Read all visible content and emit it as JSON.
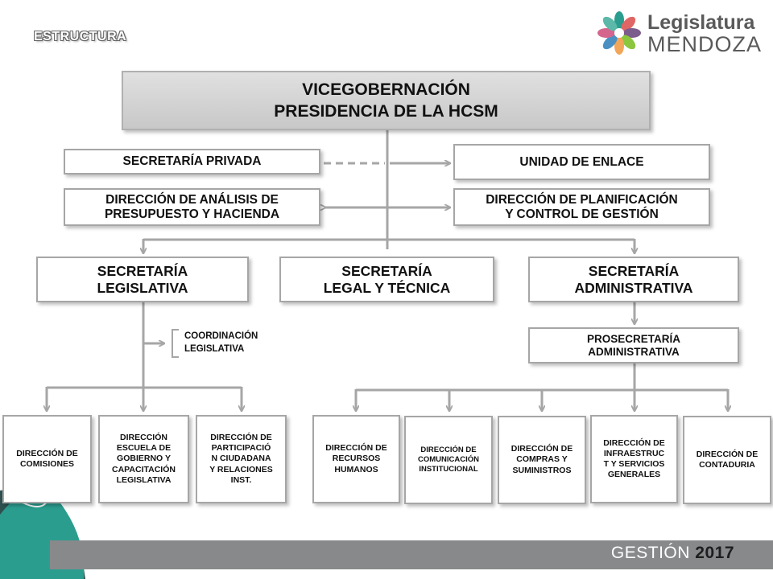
{
  "header": {
    "title": "ESTRUCTURA"
  },
  "logo": {
    "line1": "Legislatura",
    "line2": "MENDOZA"
  },
  "chart": {
    "top": {
      "line1": "VICEGOBERNACIÓN",
      "line2": "PRESIDENCIA DE LA HCSM"
    },
    "secretaria_privada": "SECRETARÍA PRIVADA",
    "unidad_enlace": "UNIDAD DE ENLACE",
    "analisis": {
      "line1": "DIRECCIÓN DE ANÁLISIS DE",
      "line2": "PRESUPUESTO Y HACIENDA"
    },
    "planificacion": {
      "line1": "DIRECCIÓN DE PLANIFICACIÓN",
      "line2": "Y CONTROL DE GESTIÓN"
    },
    "sec_legislativa": {
      "line1": "SECRETARÍA",
      "line2": "LEGISLATIVA"
    },
    "sec_legal": {
      "line1": "SECRETARÍA",
      "line2": "LEGAL Y TÉCNICA"
    },
    "sec_admin": {
      "line1": "SECRETARÍA",
      "line2": "ADMINISTRATIVA"
    },
    "coordinacion": {
      "line1": "COORDINACIÓN",
      "line2": "LEGISLATIVA"
    },
    "prosecretaria": {
      "line1": "PROSECRETARÍA",
      "line2": "ADMINISTRATIVA"
    },
    "dir_comisiones": {
      "line1": "DIRECCIÓN DE",
      "line2": "COMISIONES"
    },
    "dir_escuela": {
      "line1": "DIRECCIÓN",
      "line2": "ESCUELA DE",
      "line3": "GOBIERNO Y",
      "line4": "CAPACITACIÓN",
      "line5": "LEGISLATIVA"
    },
    "dir_participacion": {
      "line1": "DIRECCIÓN DE",
      "line2": "PARTICIPACIÓ",
      "line3": "N CIUDADANA",
      "line4": "Y RELACIONES",
      "line5": "INST."
    },
    "dir_rrhh": {
      "line1": "DIRECCIÓN DE",
      "line2": "RECURSOS",
      "line3": "HUMANOS"
    },
    "dir_comunicacion": {
      "line1": "DIRECCIÓN DE",
      "line2": "COMUNICACIÓN",
      "line3": "INSTITUCIONAL"
    },
    "dir_compras": {
      "line1": "DIRECCIÓN DE",
      "line2": "COMPRAS Y",
      "line3": "SUMINISTROS"
    },
    "dir_infra": {
      "line1": "DIRECCIÓN DE",
      "line2": "INFRAESTRUC",
      "line3": "T Y SERVICIOS",
      "line4": "GENERALES"
    },
    "dir_contaduria": {
      "line1": "DIRECCIÓN DE",
      "line2": "CONTADURIA"
    }
  },
  "footer": {
    "label": "GESTIÓN",
    "year": "2017"
  },
  "colors": {
    "line": "#a6a6a6",
    "footer_bar": "#88898b",
    "accent_green": "#2a9d8f",
    "accent_dark": "#2f4f4f"
  }
}
